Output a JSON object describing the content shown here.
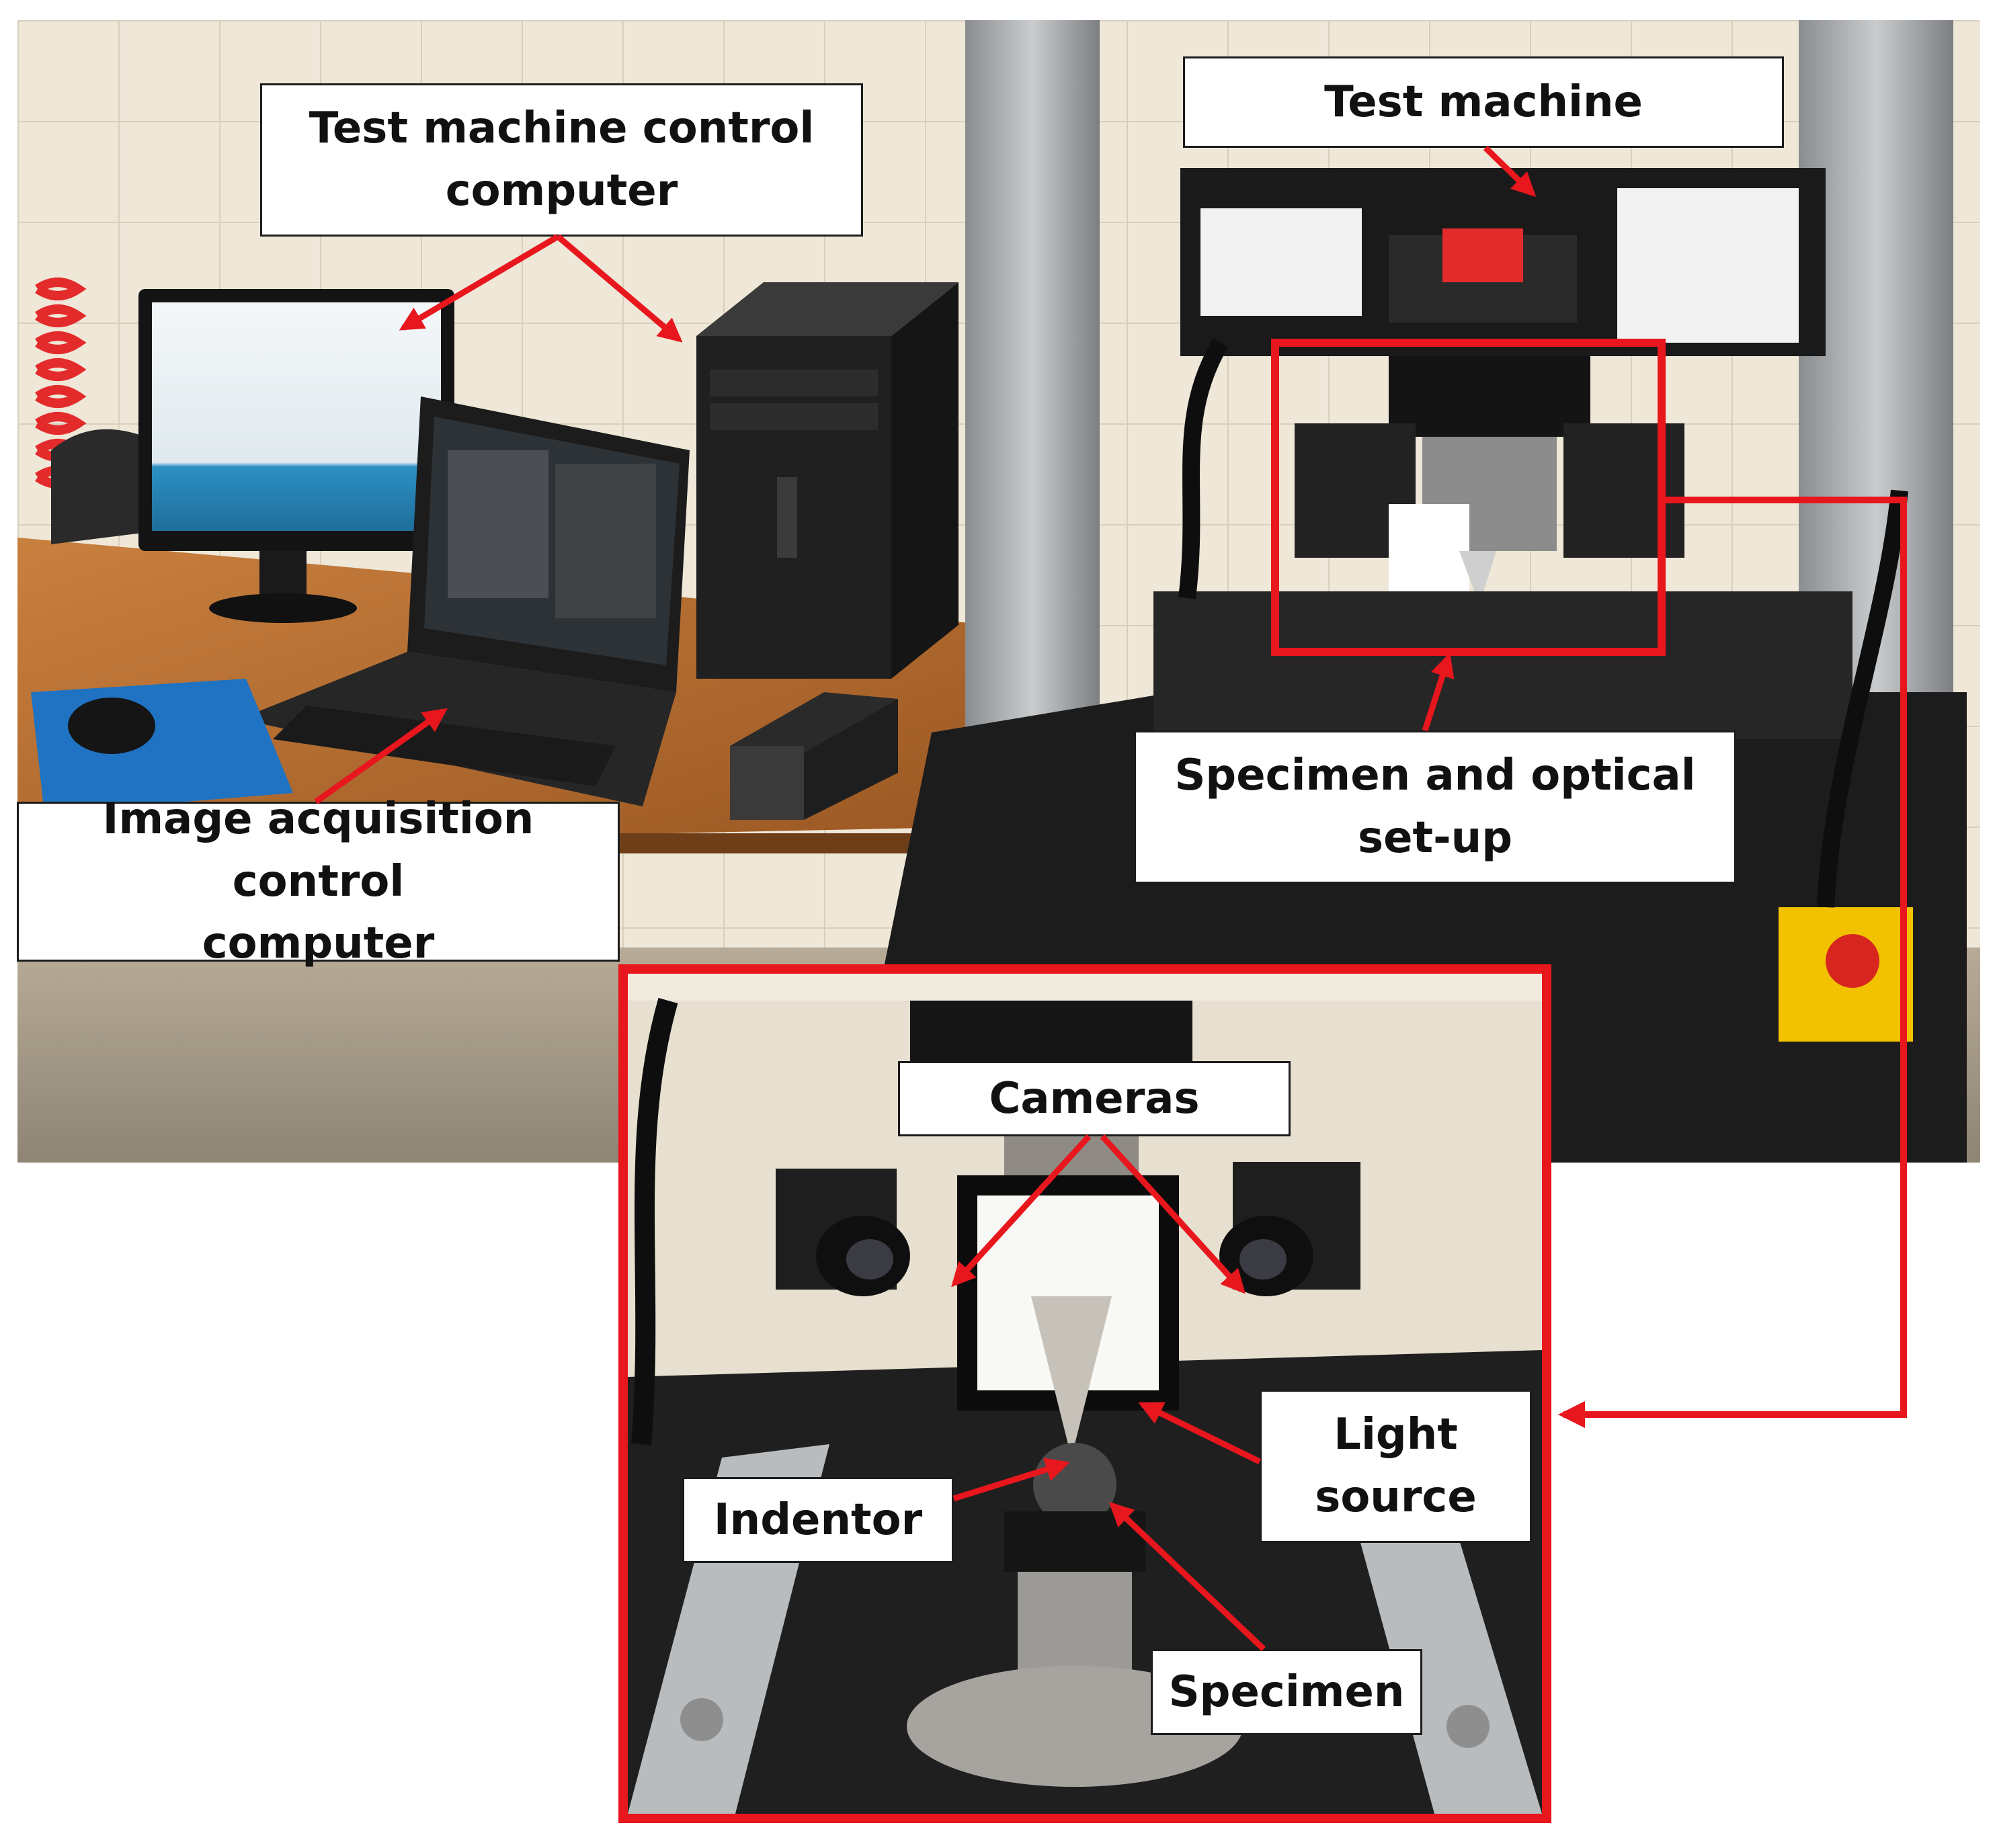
{
  "labels": {
    "test_machine_control_computer": "Test machine control\ncomputer",
    "test_machine": "Test machine",
    "image_acquisition_control_computer": "Image acquisition control\ncomputer",
    "specimen_and_optical_setup": "Specimen and optical\nset-up",
    "cameras": "Cameras",
    "light_source": "Light\nsource",
    "indentor": "Indentor",
    "specimen": "Specimen"
  },
  "colors": {
    "accent_red": "#e8161d",
    "callout_border": "#1c1c1c",
    "callout_fill": "#ffffff"
  }
}
